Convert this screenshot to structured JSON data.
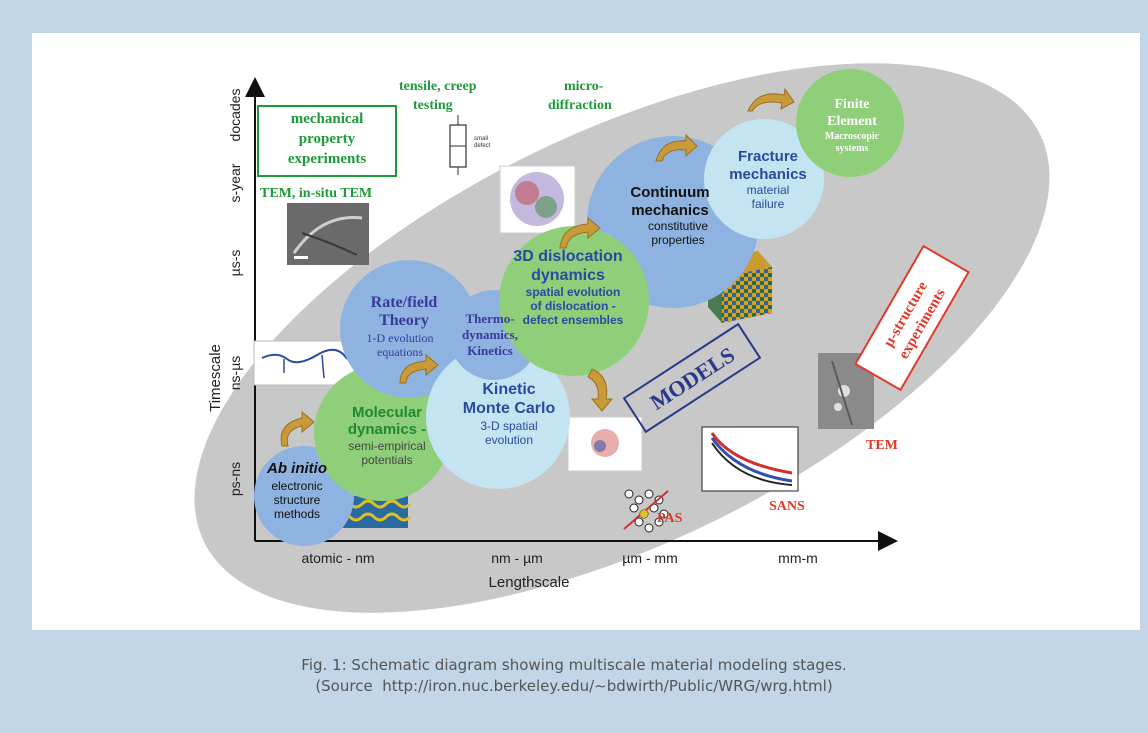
{
  "axes": {
    "y_title": "Timescale",
    "x_title": "Lengthscale",
    "y_ticks": [
      "ps-ns",
      "ns-µs",
      "µs-s",
      "s-year",
      "docades"
    ],
    "x_ticks": [
      "atomic - nm",
      "nm - µm",
      "µm - mm",
      "mm-m"
    ]
  },
  "experiments": {
    "mechanical": [
      "mechanical",
      "property",
      "experiments"
    ],
    "tensile": [
      "tensile, creep",
      "testing"
    ],
    "micro": [
      "micro-",
      "diffraction"
    ],
    "small_defect": [
      "small",
      "defect"
    ],
    "tem_insitu": "TEM, in-situ TEM",
    "microstructure": [
      "µ-structure",
      "experiments"
    ],
    "tem": "TEM",
    "sans": "SANS",
    "pas": "PAS"
  },
  "models_label": "MODELS",
  "bubbles": {
    "ab_initio": {
      "title": "Ab initio",
      "desc": [
        "electronic",
        "structure",
        "methods"
      ]
    },
    "md": {
      "title": [
        "Molecular",
        "dynamics -"
      ],
      "desc": [
        "semi-empirical",
        "potentials"
      ]
    },
    "rate": {
      "title": [
        "Rate/field",
        "Theory"
      ],
      "desc": [
        "1-D evolution",
        "equations"
      ]
    },
    "thermo": {
      "title": [
        "Thermo-",
        "dynamics,",
        "Kinetics"
      ]
    },
    "kmc": {
      "title": [
        "Kinetic",
        "Monte Carlo"
      ],
      "desc": [
        "3-D spatial",
        "evolution"
      ]
    },
    "dd": {
      "title": [
        "3D dislocation",
        "dynamics"
      ],
      "desc": [
        "spatial evolution",
        "of dislocation -",
        "defect ensembles"
      ]
    },
    "continuum": {
      "title": [
        "Continuum",
        "mechanics"
      ],
      "desc": [
        "constitutive",
        "properties"
      ]
    },
    "fracture": {
      "title": [
        "Fracture",
        "mechanics"
      ],
      "desc": [
        "material",
        "failure"
      ]
    },
    "fe": {
      "title": [
        "Finite",
        "Element"
      ],
      "desc": [
        "Macroscopic",
        "systems"
      ]
    }
  },
  "caption": {
    "line1": "Fig. 1: Schematic diagram showing multiscale material modeling stages.",
    "line2": "(Source  http://iron.nuc.berkeley.edu/∼bdwirth/Public/WRG/wrg.html)"
  },
  "colors": {
    "background": "#c3d6e8",
    "ellipse": "#c8c8c8",
    "green_bubble": "#8fcf7a",
    "blue_bubble": "#8fb3e0",
    "light_blue_bubble": "#c5e4f2",
    "experiment_green": "#1f9a3a",
    "experiment_red": "#e03a2a",
    "arrow": "#c89a3a"
  }
}
